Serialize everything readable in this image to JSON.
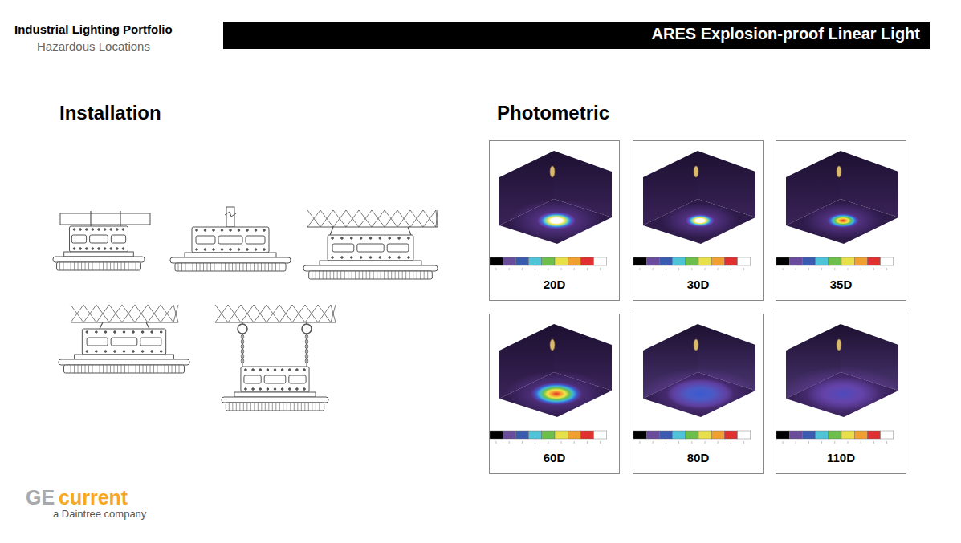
{
  "diagram": {
    "title": "ARES Explosion-proof Linear Light",
    "nodes": [
      {
        "text": [
          "20D"
        ]
      },
      {
        "text": [
          "30D"
        ]
      },
      {
        "text": [
          "35D"
        ]
      },
      {
        "text": [
          "60D"
        ]
      },
      {
        "text": [
          "80D"
        ]
      },
      {
        "text": [
          "110D"
        ]
      }
    ],
    "labels": [
      "Industrial Lighting Portfolio",
      "Hazardous Locations",
      "Installation",
      "Photometric",
      "GE",
      "current",
      "a Daintree company"
    ]
  }
}
